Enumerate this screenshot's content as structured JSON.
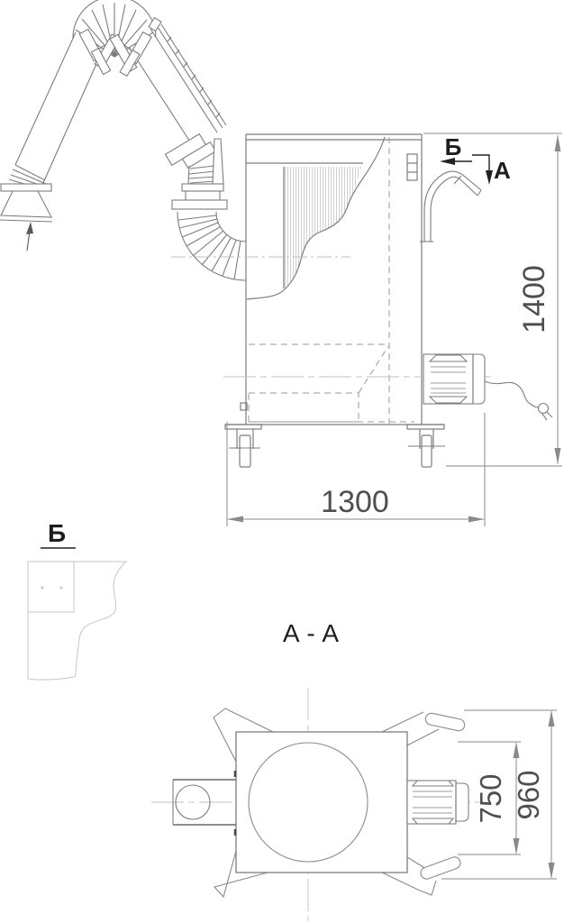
{
  "side_view": {
    "marker_b": "Б",
    "marker_a": "А",
    "dim_width": "1300",
    "dim_height": "1400"
  },
  "detail_view": {
    "label": "Б"
  },
  "section_view": {
    "title": "А - А",
    "dim_inner": "750",
    "dim_outer": "960"
  },
  "colors": {
    "line": "#7d7d7d",
    "light_line": "#c6c6c6",
    "centerline": "#bfbfbf",
    "dashed_line": "#9a9a9a",
    "hatch_line": "#a8a8a8",
    "dim_text": "#4f4f4f",
    "marker_text": "#1d1d1d",
    "background": "#ffffff"
  }
}
